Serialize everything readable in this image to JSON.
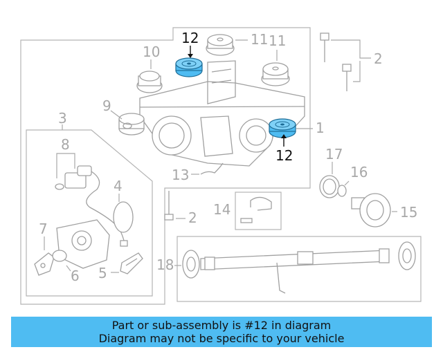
{
  "diagram": {
    "callouts": {
      "c1": "1",
      "c2a": "2",
      "c2b": "2",
      "c3": "3",
      "c4": "4",
      "c5": "5",
      "c6": "6",
      "c7": "7",
      "c8": "8",
      "c9": "9",
      "c10": "10",
      "c11a": "11",
      "c11b": "11",
      "c12a": "12",
      "c12b": "12",
      "c13": "13",
      "c14": "14",
      "c15": "15",
      "c16": "16",
      "c17": "17",
      "c18": "18"
    },
    "highlight_color": "#4fbcf2"
  },
  "banner": {
    "line1": "Part or sub-assembly is #12 in diagram",
    "line2": "Diagram may not be specific to your vehicle",
    "background": "#4fbcf2"
  }
}
